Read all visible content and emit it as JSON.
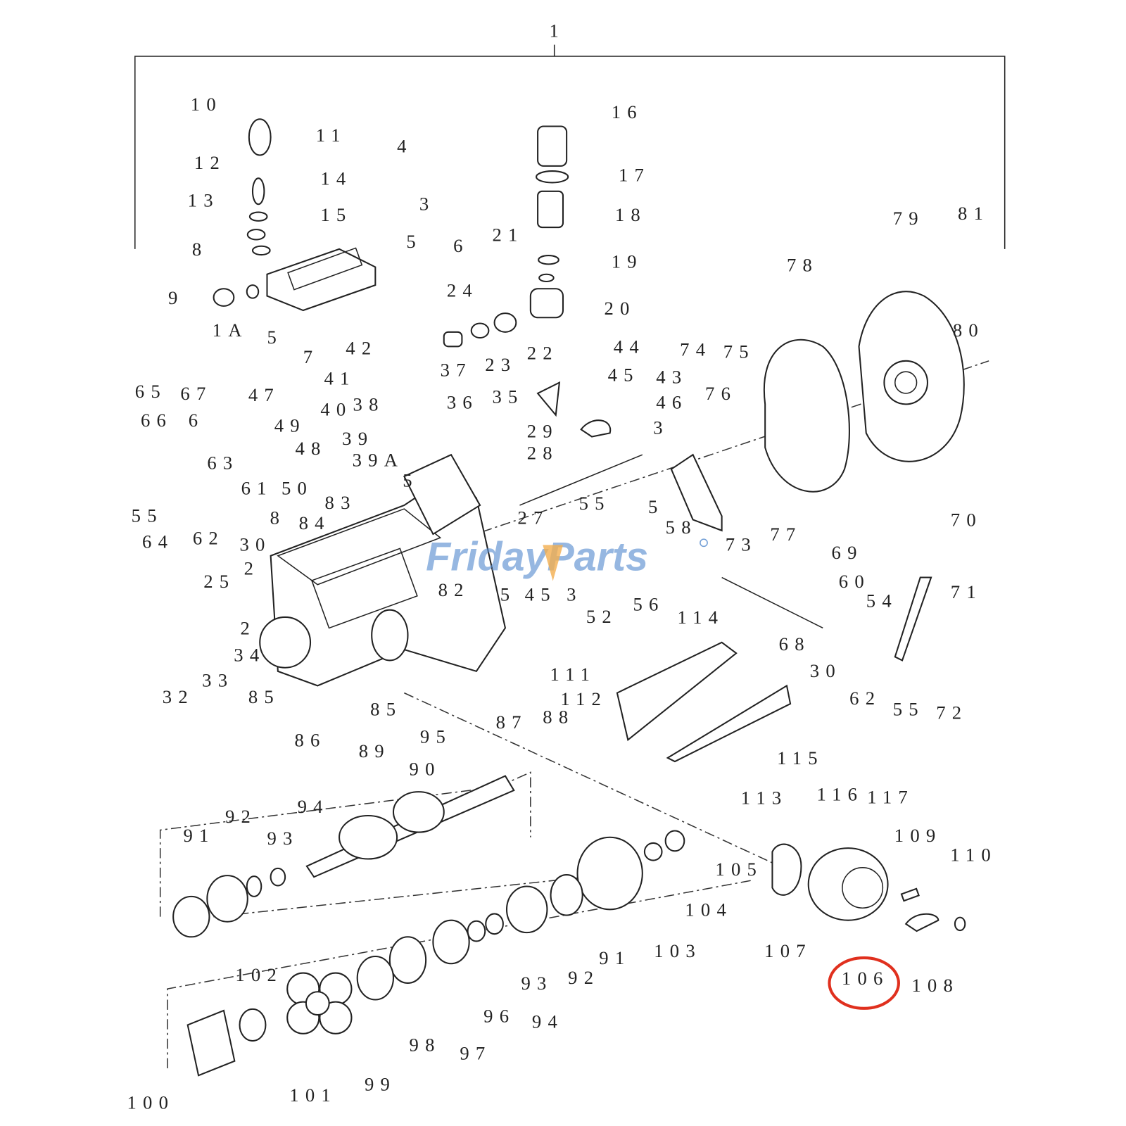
{
  "diagram": {
    "type": "exploded-parts-diagram",
    "watermark": {
      "text": "FridayParts",
      "text_color": "#5b8fd0",
      "accent_color": "#f0a030"
    },
    "highlight": {
      "label": "106",
      "color": "#e0301e",
      "shape": "ellipse"
    },
    "labels": [
      "1",
      "10",
      "11",
      "12",
      "14",
      "13",
      "15",
      "4",
      "3",
      "5",
      "6",
      "8",
      "9",
      "1A",
      "5",
      "7",
      "16",
      "17",
      "18",
      "21",
      "19",
      "20",
      "24",
      "23",
      "22",
      "42",
      "41",
      "37",
      "38",
      "36",
      "35",
      "44",
      "45",
      "43",
      "46",
      "3",
      "29",
      "28",
      "65",
      "67",
      "66",
      "6",
      "47",
      "40",
      "49",
      "48",
      "39",
      "39A",
      "5",
      "61",
      "50",
      "63",
      "83",
      "84",
      "55",
      "64",
      "62",
      "30",
      "8",
      "2",
      "25",
      "2",
      "34",
      "32",
      "33",
      "85",
      "85",
      "86",
      "87",
      "88",
      "74",
      "75",
      "76",
      "78",
      "79",
      "81",
      "80",
      "55",
      "5",
      "58",
      "73",
      "77",
      "27",
      "82",
      "5",
      "45",
      "3",
      "52",
      "56",
      "69",
      "60",
      "70",
      "54",
      "71",
      "68",
      "114",
      "111",
      "112",
      "30",
      "62",
      "55",
      "72",
      "115",
      "113",
      "116",
      "117",
      "95",
      "89",
      "90",
      "91",
      "92",
      "93",
      "94",
      "105",
      "109",
      "110",
      "104",
      "107",
      "103",
      "91",
      "92",
      "93",
      "96",
      "94",
      "106",
      "108",
      "102",
      "98",
      "97",
      "100",
      "101",
      "99"
    ]
  }
}
